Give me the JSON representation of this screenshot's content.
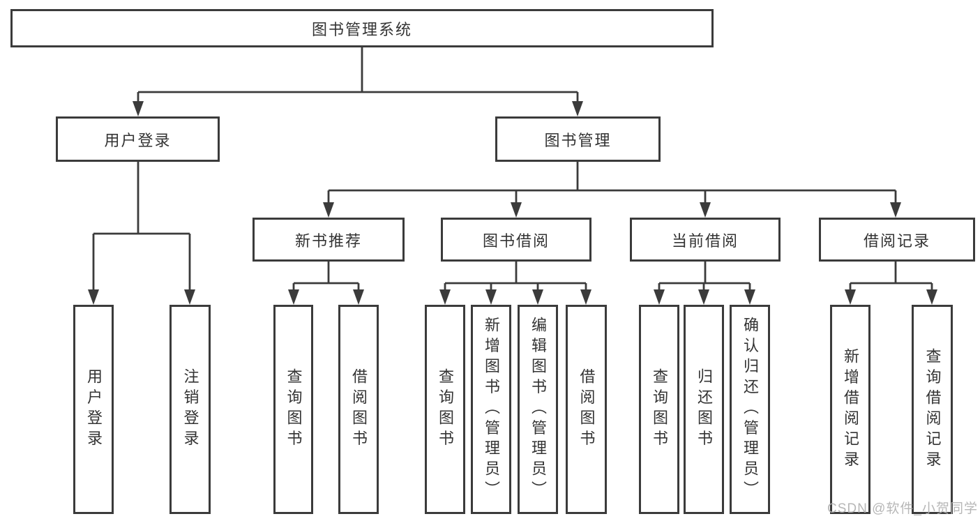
{
  "diagram": {
    "root": {
      "label": "图书管理系统"
    },
    "branches": [
      {
        "label": "用户登录",
        "children": [
          {
            "label": "用户登录"
          },
          {
            "label": "注销登录"
          }
        ]
      },
      {
        "label": "图书管理",
        "children": [
          {
            "label": "新书推荐",
            "children": [
              {
                "label": "查询图书"
              },
              {
                "label": "借阅图书"
              }
            ]
          },
          {
            "label": "图书借阅",
            "children": [
              {
                "label": "查询图书"
              },
              {
                "label": "新增图书（管理员）"
              },
              {
                "label": "编辑图书（管理员）"
              },
              {
                "label": "借阅图书"
              }
            ]
          },
          {
            "label": "当前借阅",
            "children": [
              {
                "label": "查询图书"
              },
              {
                "label": "归还图书"
              },
              {
                "label": "确认归还（管理员）"
              }
            ]
          },
          {
            "label": "借阅记录",
            "children": [
              {
                "label": "新增借阅记录"
              },
              {
                "label": "查询借阅记录"
              }
            ]
          }
        ]
      }
    ]
  },
  "watermark": {
    "text": "CSDN @软件_小贺同学"
  },
  "colors": {
    "line": "#3b3b3b",
    "text": "#333333",
    "watermark": "#b0b0b0",
    "background": "#ffffff"
  }
}
